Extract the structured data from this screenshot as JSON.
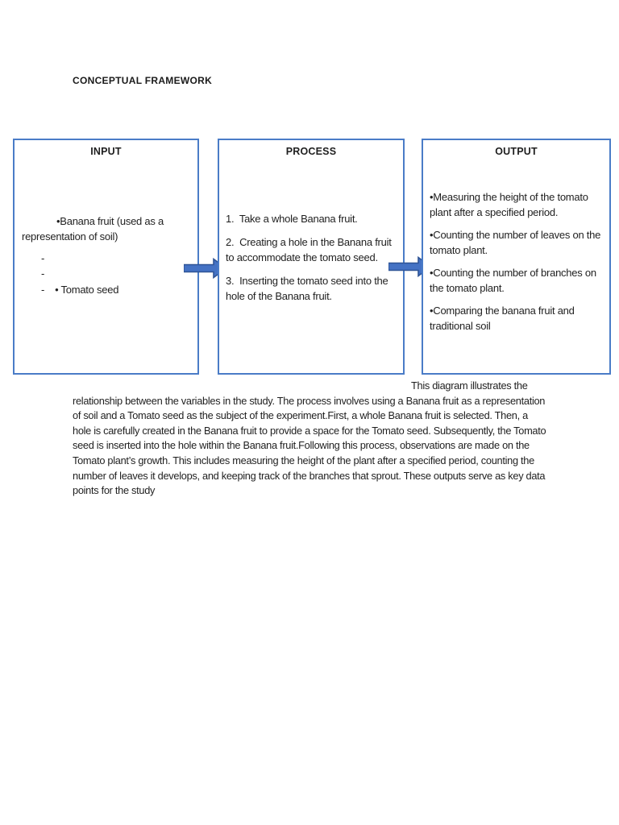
{
  "document": {
    "title": "CONCEPTUAL FRAMEWORK"
  },
  "diagram": {
    "box_border_color": "#4a7cc7",
    "arrow_fill": "#4472c4",
    "arrow_stroke": "#2f5496",
    "input_box": {
      "heading": "INPUT",
      "bullet_item": "•Banana fruit (used as a representation of soil)",
      "dash1": "-",
      "dash2": "-",
      "dash3": "-",
      "tomato_item": "• Tomato seed"
    },
    "process_box": {
      "heading": "PROCESS",
      "steps": [
        "1.  Take a whole Banana fruit.",
        "2.  Creating a hole in the Banana fruit to accommodate the tomato seed.",
        "3.  Inserting the tomato seed into the hole of the Banana fruit."
      ]
    },
    "output_box": {
      "heading": "OUTPUT",
      "bullets": [
        "•Measuring the height of the tomato plant after a specified period.",
        "•Counting the number of leaves on the tomato plant.",
        "•Counting the number of branches on the tomato plant.",
        "•Comparing the banana fruit and traditional soil"
      ]
    }
  },
  "caption": {
    "text": "This diagram illustrates the relationship between the variables in the study. The process involves using a Banana fruit as a representation of soil and a Tomato seed as the subject of the experiment.First, a whole Banana fruit is selected. Then, a hole is carefully created in the Banana fruit to provide a space for the Tomato seed. Subsequently, the Tomato seed is inserted into the hole within the Banana fruit.Following this process, observations are made on the Tomato plant’s growth. This includes measuring the height of the plant after a specified period, counting the number of leaves it develops, and keeping track of the branches that sprout. These outputs serve as key data points for the study"
  }
}
